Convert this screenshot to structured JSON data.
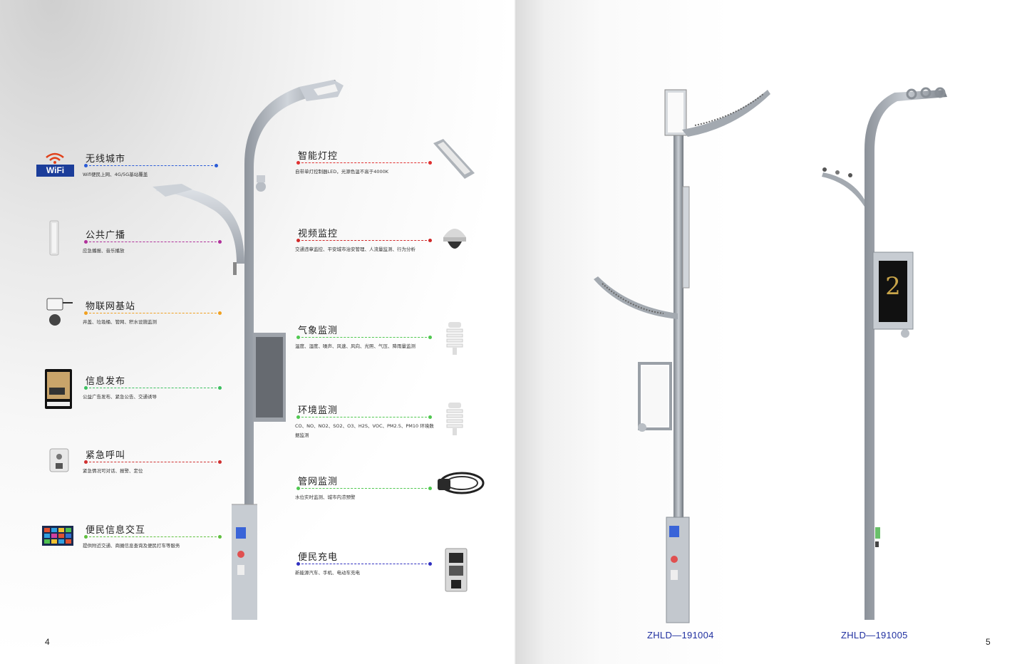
{
  "left_page": {
    "page_number": "4",
    "features_left": [
      {
        "title": "无线城市",
        "desc": "Wifi便民上网、4G/5G基站覆盖",
        "color": "#2a5bd7",
        "icon": "wifi-logo-icon",
        "icon_text": "WiFi"
      },
      {
        "title": "公共广播",
        "desc": "应急播报、音乐播放",
        "color": "#b0309a",
        "icon": "speaker-icon"
      },
      {
        "title": "物联网基站",
        "desc": "井盖、垃圾桶、管网、积水设施监测",
        "color": "#f0a020",
        "icon": "iot-gateway-icon"
      },
      {
        "title": "信息发布",
        "desc": "公益广告发布、紧急公告、交通诱导",
        "color": "#3cc060",
        "icon": "display-screen-icon"
      },
      {
        "title": "紧急呼叫",
        "desc": "紧急情况可对话、报警、定位",
        "color": "#d03030",
        "icon": "emergency-intercom-icon"
      },
      {
        "title": "便民信息交互",
        "desc": "提供附近交通、商圈信息查询及便民打车等服务",
        "color": "#60c040",
        "icon": "info-interaction-icon"
      }
    ],
    "features_right": [
      {
        "title": "智能灯控",
        "desc": "自带单灯控制器LED，光源色温不高于4000K",
        "color": "#e03030",
        "icon": "led-lamp-icon"
      },
      {
        "title": "视频监控",
        "desc": "交通违章监控、平安城市治安管理、人流量监测、行为分析",
        "color": "#d02828",
        "icon": "dome-camera-icon"
      },
      {
        "title": "气象监测",
        "desc": "温度、湿度、噪声、风速、风向、光照、气压、降雨量监测",
        "color": "#50c850",
        "icon": "weather-sensor-icon"
      },
      {
        "title": "环境监测",
        "desc": "CO、NO、NO2、SO2、O3、H2S、VOC、PM2.5、PM10 环境数据监测",
        "color": "#50c850",
        "icon": "environment-sensor-icon"
      },
      {
        "title": "管网监测",
        "desc": "水位实时监测、城市内涝预警",
        "color": "#50c850",
        "icon": "pipe-sensor-icon"
      },
      {
        "title": "便民充电",
        "desc": "新能源汽车、手机、电动车充电",
        "color": "#3030c0",
        "icon": "charger-icon"
      }
    ]
  },
  "right_page": {
    "page_number": "5",
    "models": [
      {
        "label": "ZHLD—191004"
      },
      {
        "label": "ZHLD—191005"
      }
    ],
    "poster_digit": "2"
  }
}
